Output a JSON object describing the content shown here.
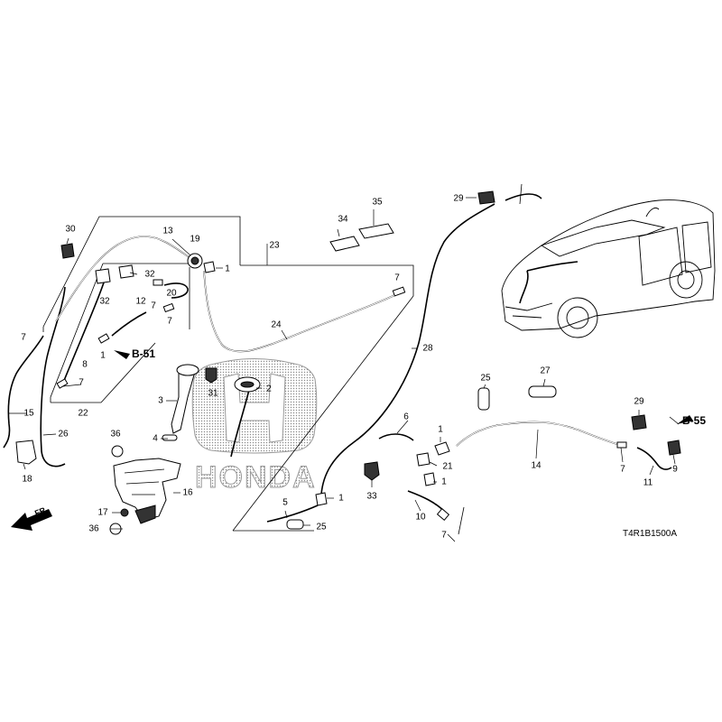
{
  "diagram": {
    "code": "T4R1B1500A",
    "front_label": "FR.",
    "refs": [
      "B-51",
      "B-55"
    ],
    "brand": "HONDA",
    "callouts": [
      {
        "id": "c30",
        "text": "30"
      },
      {
        "id": "c13",
        "text": "13"
      },
      {
        "id": "c19",
        "text": "19"
      },
      {
        "id": "c1a",
        "text": "1"
      },
      {
        "id": "c32a",
        "text": "32"
      },
      {
        "id": "c32b",
        "text": "32"
      },
      {
        "id": "c20",
        "text": "20"
      },
      {
        "id": "c12",
        "text": "12"
      },
      {
        "id": "c7a",
        "text": "7"
      },
      {
        "id": "c7b",
        "text": "7"
      },
      {
        "id": "c7c",
        "text": "7"
      },
      {
        "id": "c1b",
        "text": "1"
      },
      {
        "id": "c8",
        "text": "8"
      },
      {
        "id": "c7d",
        "text": "7"
      },
      {
        "id": "c22",
        "text": "22"
      },
      {
        "id": "c15",
        "text": "15"
      },
      {
        "id": "c26",
        "text": "26"
      },
      {
        "id": "c18",
        "text": "18"
      },
      {
        "id": "c3",
        "text": "3"
      },
      {
        "id": "c31",
        "text": "31"
      },
      {
        "id": "c2",
        "text": "2"
      },
      {
        "id": "c4",
        "text": "4"
      },
      {
        "id": "c36a",
        "text": "36"
      },
      {
        "id": "c16",
        "text": "16"
      },
      {
        "id": "c17",
        "text": "17"
      },
      {
        "id": "c36b",
        "text": "36"
      },
      {
        "id": "c23",
        "text": "23"
      },
      {
        "id": "c7e",
        "text": "7"
      },
      {
        "id": "c24",
        "text": "24"
      },
      {
        "id": "c34",
        "text": "34"
      },
      {
        "id": "c35",
        "text": "35"
      },
      {
        "id": "c29a",
        "text": "29"
      },
      {
        "id": "c28",
        "text": "28"
      },
      {
        "id": "c6",
        "text": "6"
      },
      {
        "id": "c1c",
        "text": "1"
      },
      {
        "id": "c21",
        "text": "21"
      },
      {
        "id": "c1d",
        "text": "1"
      },
      {
        "id": "c33",
        "text": "33"
      },
      {
        "id": "c5",
        "text": "5"
      },
      {
        "id": "c1e",
        "text": "1"
      },
      {
        "id": "c25a",
        "text": "25"
      },
      {
        "id": "c10",
        "text": "10"
      },
      {
        "id": "c7f",
        "text": "7"
      },
      {
        "id": "c25b",
        "text": "25"
      },
      {
        "id": "c27",
        "text": "27"
      },
      {
        "id": "c14",
        "text": "14"
      },
      {
        "id": "c7g",
        "text": "7"
      },
      {
        "id": "c11",
        "text": "11"
      },
      {
        "id": "c29b",
        "text": "29"
      },
      {
        "id": "c9",
        "text": "9"
      }
    ]
  }
}
